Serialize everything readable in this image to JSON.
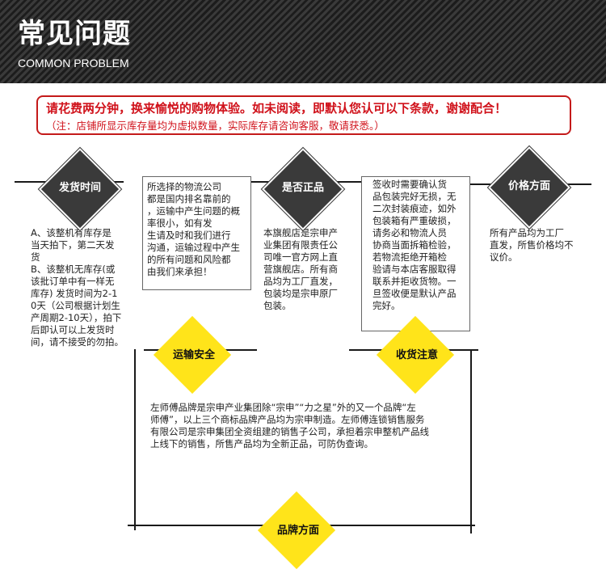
{
  "banner": {
    "title": "常见问题",
    "subtitle": "COMMON PROBLEM"
  },
  "notice": {
    "line1": "请花费两分钟，换来愉悦的购物体验。如未阅读，即默认您认可以下条款，谢谢配合！",
    "line2": "（注：店铺所显示库存量均为虚拟数量，实际库存请咨询客服，敬请获悉。）"
  },
  "sections": {
    "shipping": {
      "label": "发货时间",
      "text": "A、该整机有库存是\n当天拍下，第二天发\n货\nB、该整机无库存(或\n该批订单中有一样无\n库存) 发货时间为2-1\n0天（公司根据计划生\n产周期2-10天），拍下\n后即认可以上发货时\n间，请不接受的勿拍。"
    },
    "transport": {
      "label": "运输安全",
      "text": "所选择的物流公司\n都是国内排名靠前的\n，运输中产生问题的概\n率很小，如有发\n生请及时和我们进行\n沟通，运输过程中产生\n的所有问题和风险都\n由我们来承担！"
    },
    "genuine": {
      "label": "是否正品",
      "text": "本旗舰店是宗申产\n业集团有限责任公\n司唯一官方网上直\n营旗舰店。所有商\n品均为工厂直发，\n包装均是宗申原厂\n包装。"
    },
    "receipt": {
      "label": "收货注意",
      "text": "签收时需要确认货\n品包装完好无损，无\n二次封装痕迹，如外\n包装箱有严重破损，\n请务必和物流人员\n协商当面拆箱检验，\n若物流拒绝开箱检\n验请与本店客服取得\n联系并拒收货物。一\n旦签收便是默认产品\n完好。"
    },
    "price": {
      "label": "价格方面",
      "text": "所有产品均为工厂\n直发，所售价格均不\n议价。"
    },
    "brand": {
      "label": "品牌方面",
      "text": "左师傅品牌是宗申产业集团除“宗申”“力之星”外的又一个品牌“左\n师傅”，以上三个商标品牌产品均为宗申制造。左师傅连锁销售服务\n有限公司是宗申集团全资组建的销售子公司，承担着宗申整机产品线\n上线下的销售，所售产品均为全新正品，可防伪查询。"
    }
  },
  "colors": {
    "accent_red": "#d0121b",
    "diamond_dark": "#3a3a3a",
    "diamond_yellow": "#ffe41a",
    "line": "#1a1a1a"
  }
}
